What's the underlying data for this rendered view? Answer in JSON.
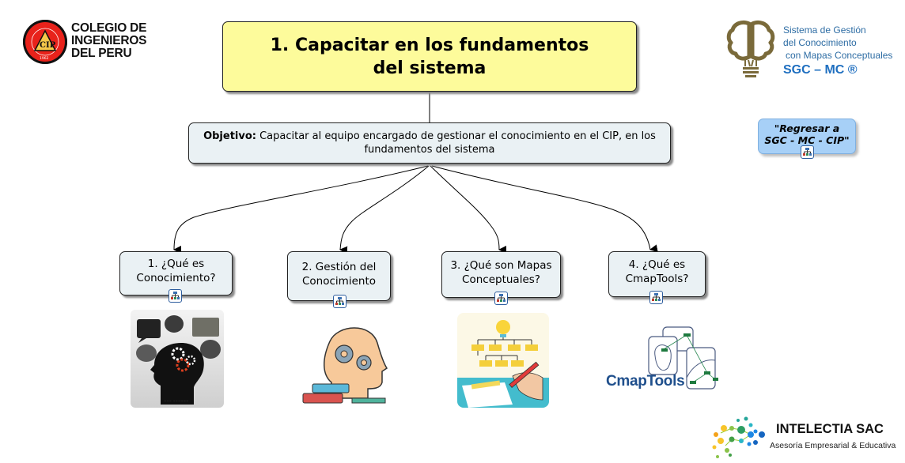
{
  "logos": {
    "cip": {
      "lines": [
        "COLEGIO DE",
        "INGENIEROS",
        "DEL PERU"
      ],
      "seal_text": "1962",
      "colors": {
        "seal": "#e8221b",
        "ring": "#111111"
      }
    },
    "sgc": {
      "lines": [
        "Sistema de Gestión",
        "del Conocimiento",
        "con Mapas Conceptuales"
      ],
      "brand": "SGC – MC ®",
      "colors": {
        "text": "#2e6da4",
        "icon": "#7a6a3a"
      }
    },
    "intelectia": {
      "name": "INTELECTIA SAC",
      "tagline": "Asesoría Empresarial & Educativa"
    }
  },
  "concept_map": {
    "main_concept": {
      "line1": "1. Capacitar en los fundamentos",
      "line2": "del sistema",
      "color": "#fdfb9b"
    },
    "objective": {
      "label": "Objetivo:",
      "text": " Capacitar al equipo encargado de gestionar el conocimiento en el CIP, en los fundamentos del sistema",
      "color": "#eaf1f4"
    },
    "back_link": {
      "line1": "\"Regresar a",
      "line2": "SGC - MC - CIP\"",
      "color": "#a7d0f7"
    },
    "subconcepts": [
      {
        "line1": "1. ¿Qué es",
        "line2": "Conocimiento?",
        "image": "head-gears-speech-bubbles"
      },
      {
        "line1": "2. Gestión del",
        "line2": "Conocimiento",
        "image": "head-gears-books"
      },
      {
        "line1": "3. ¿Qué son Mapas",
        "line2": "Conceptuales?",
        "image": "hand-drawing-concept-map"
      },
      {
        "line1": "4. ¿Qué es",
        "line2": "CmapTools?",
        "image": "cmaptools-logo"
      }
    ],
    "cmaptools_wordmark": "CmapTools"
  }
}
